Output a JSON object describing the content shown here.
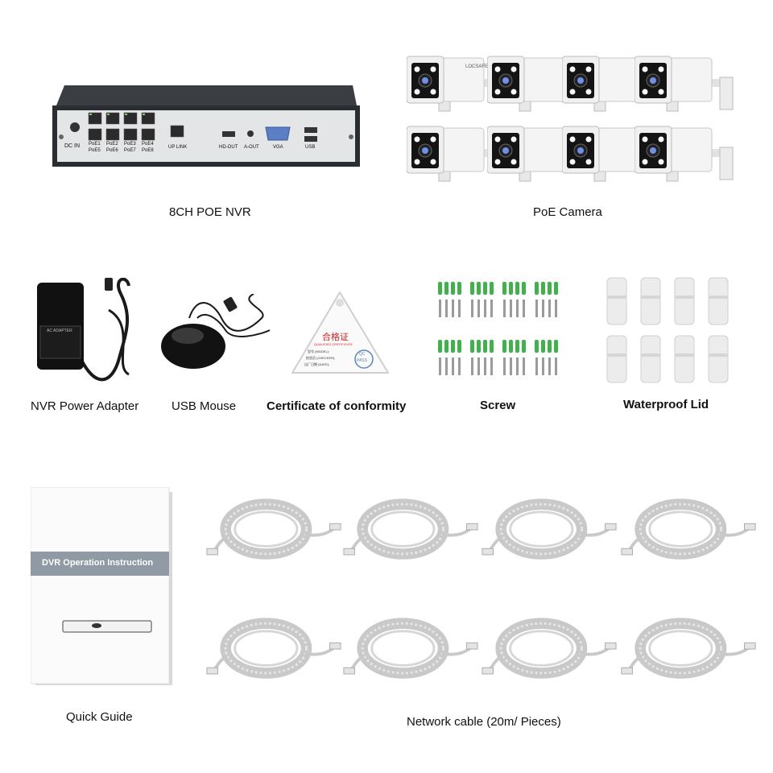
{
  "nvr": {
    "caption": "8CH POE NVR",
    "port_labels": {
      "dc_in": "DC IN",
      "poe_top": [
        "PoE1",
        "PoE2",
        "PoE3",
        "PoE4"
      ],
      "poe_bottom": [
        "PoE5",
        "PoE6",
        "PoE7",
        "PoE8"
      ],
      "up_link": "UP LINK",
      "hd_out": "HD-OUT",
      "a_out": "A-OUT",
      "vga": "VGA",
      "usb": "USB"
    }
  },
  "cameras": {
    "caption": "PoE Camera",
    "brand": "LOCSAFE"
  },
  "power_adapter": {
    "caption": "NVR Power Adapter",
    "label_title": "AC ADAPTER"
  },
  "mouse": {
    "caption": "USB Mouse"
  },
  "certificate": {
    "caption": "Certificate of conformity",
    "title": "合格证",
    "subtitle": "QUALIFIED CERTIFICATE",
    "lines": [
      "型号 (MODEL):",
      "检验员 (CHECKER):",
      "出厂日期 (DATE):"
    ],
    "stamp_top": "QC",
    "stamp_bottom": "PASS"
  },
  "screws": {
    "caption": "Screw"
  },
  "waterproof_lid": {
    "caption": "Waterproof Lid"
  },
  "quick_guide": {
    "caption": "Quick Guide",
    "cover_title": "DVR Operation Instruction"
  },
  "network_cable": {
    "caption": "Network cable (20m/ Pieces)"
  },
  "colors": {
    "nvr_body": "#2a2d31",
    "camera_white": "#f2f2f2",
    "cable_grey": "#c9c9c9",
    "screw_green": "#3fb34a",
    "guide_banner": "#8f9aa5"
  }
}
